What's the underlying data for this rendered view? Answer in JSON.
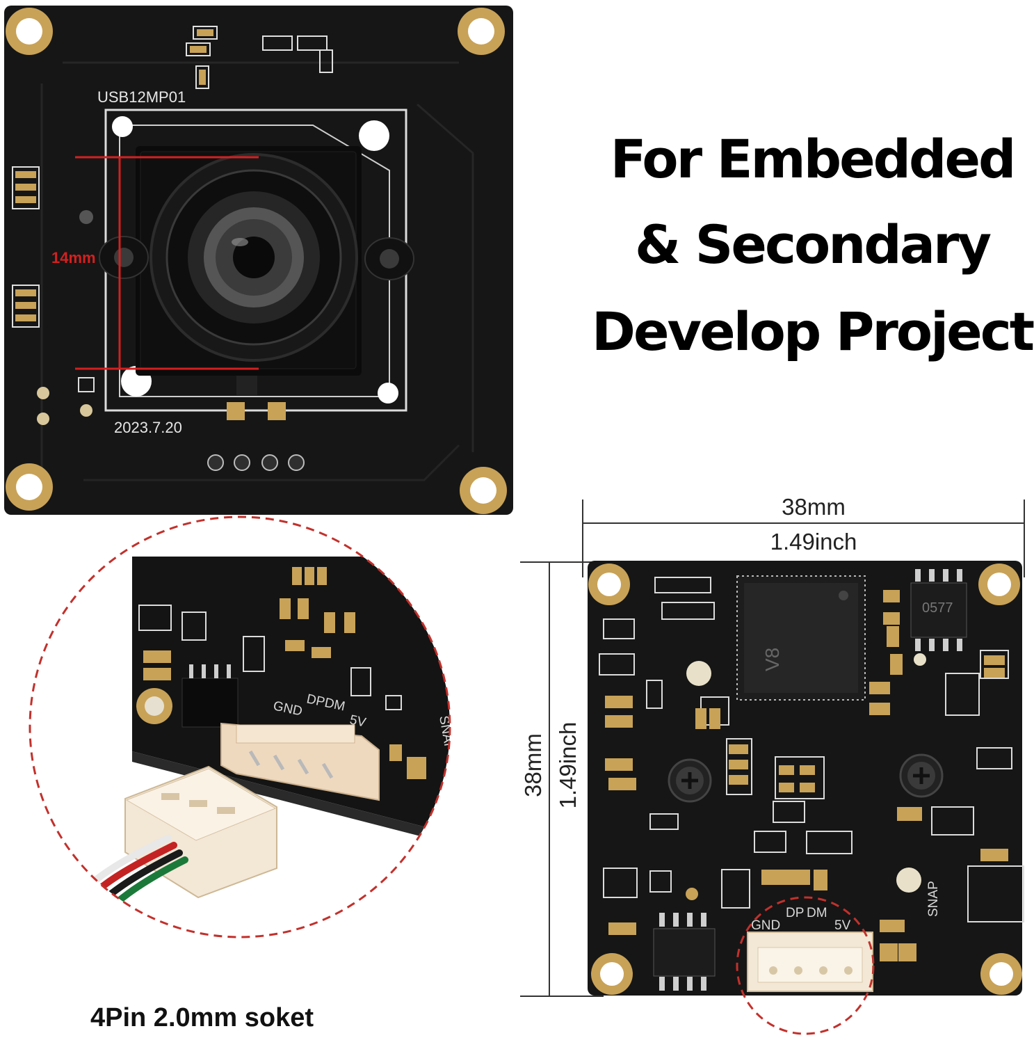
{
  "headline": {
    "line1": "For Embedded",
    "line2": "& Secondary",
    "line3": "Develop Project"
  },
  "front_board": {
    "model": "USB12MP01",
    "date": "2023.7.20",
    "lens_dimension": "14mm"
  },
  "back_board": {
    "width_mm": "38mm",
    "width_inch": "1.49inch",
    "height_mm": "38mm",
    "height_inch": "1.49inch",
    "chip_label": "V8",
    "eeprom_label": "0577",
    "connector_pins": {
      "gnd": "GND",
      "dp": "DP",
      "dm": "DM",
      "v5": "5V"
    },
    "snap": "SNAP"
  },
  "zoom_detail": {
    "gnd": "GND",
    "dpdm": "DPDM",
    "v5": "5V",
    "snap": "SNAP"
  },
  "caption": "4Pin 2.0mm soket",
  "colors": {
    "pcb": "#161616",
    "gold_pad": "#c8a257",
    "dim_red": "#d42020",
    "zoom_ring": "#c2312c"
  }
}
